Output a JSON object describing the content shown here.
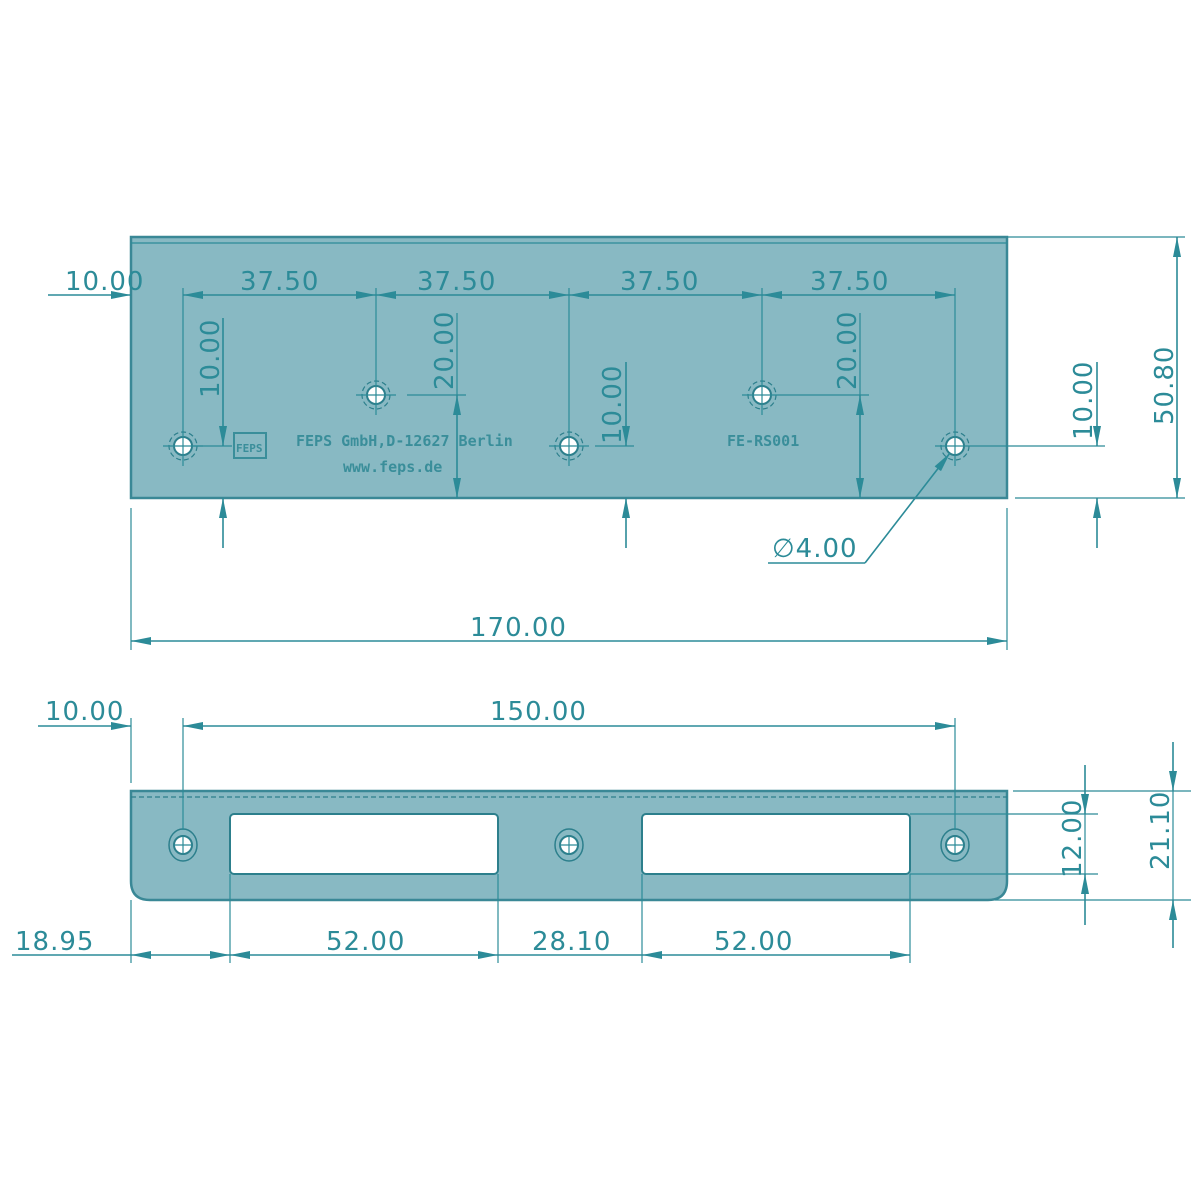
{
  "drawing": {
    "top_view": {
      "engraving": {
        "logo": "FEPS",
        "line1": "FEPS GmbH,D-12627 Berlin",
        "line2": "www.feps.de",
        "part_no": "FE-RS001"
      },
      "dimensions": {
        "edge_to_first_hole": "10.00",
        "hole_spacing_1": "37.50",
        "hole_spacing_2": "37.50",
        "hole_spacing_3": "37.50",
        "hole_spacing_4": "37.50",
        "vertical_left": "10.00",
        "vertical_2": "20.00",
        "vertical_mid": "10.00",
        "vertical_4": "20.00",
        "vertical_right": "10.00",
        "height": "50.80",
        "hole_diameter": "∅4.00",
        "total_length": "170.00"
      }
    },
    "side_view": {
      "dimensions": {
        "edge_to_first_hole": "10.00",
        "hole_span": "150.00",
        "edge_to_slot": "18.95",
        "slot_1_length": "52.00",
        "slot_gap": "28.10",
        "slot_2_length": "52.00",
        "slot_height": "12.00",
        "total_height": "21.10"
      }
    },
    "colors": {
      "plate_fill": "#88b9c3",
      "line": "#2c8b98"
    }
  }
}
